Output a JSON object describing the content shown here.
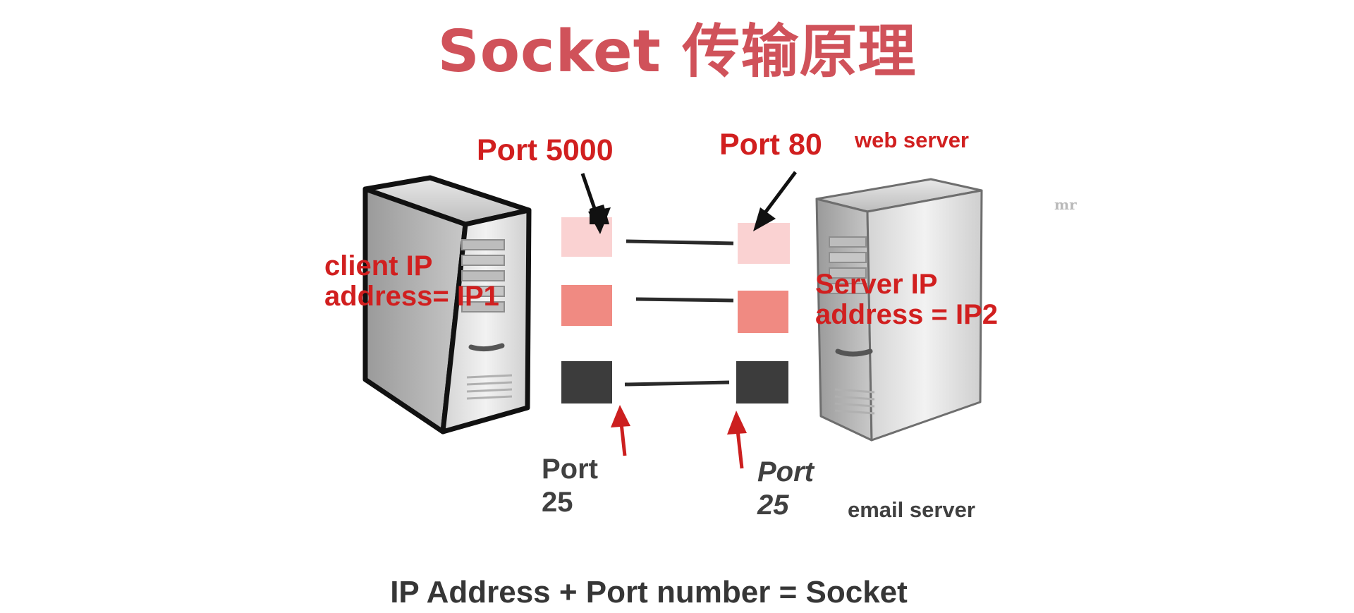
{
  "title": "Socket 传输原理",
  "labels": {
    "port_5000": "Port 5000",
    "port_80": "Port 80",
    "web_server": "web server",
    "client_ip_line1": "client IP",
    "client_ip_line2": "address= IP1",
    "server_ip_line1": "Server IP",
    "server_ip_line2": "address = IP2",
    "port_25_left_line1": "Port",
    "port_25_left_line2": "25",
    "port_25_right_line1": "Port",
    "port_25_right_line2": "25",
    "email_server": "email server",
    "watermark": "mr"
  },
  "formula": "IP Address + Port number = Socket",
  "colors": {
    "title": "#d0525a",
    "label_red": "#d11f1f",
    "label_gray": "#404040",
    "port_light": "#fad2d2",
    "port_medium": "#f08a82",
    "port_dark": "#3c3c3c"
  },
  "icons": [
    "client-server-tower-icon",
    "web-server-tower-icon"
  ]
}
